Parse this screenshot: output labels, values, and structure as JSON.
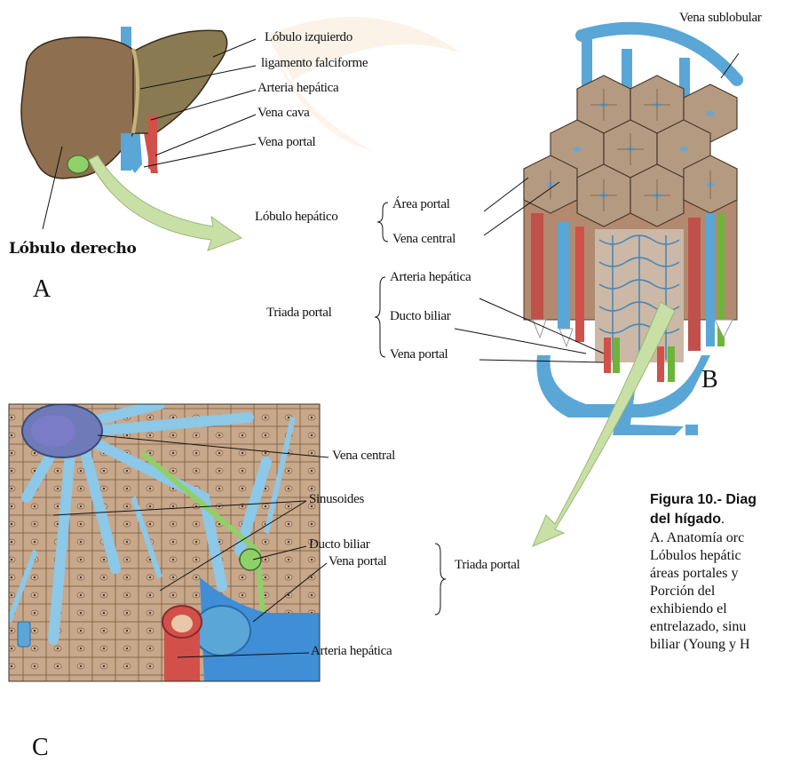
{
  "panelA": {
    "letter": "A",
    "labels": {
      "left_lobe": "Lóbulo izquierdo",
      "falciform": "ligamento falciforme",
      "hepatic_artery": "Arteria hepática",
      "vena_cava": "Vena cava",
      "portal_vein": "Vena portal",
      "right_lobe": "Lóbulo derecho"
    }
  },
  "panelB": {
    "letter": "B",
    "labels": {
      "sublobular_vein": "Vena sublobular",
      "hepatic_lobule": "Lóbulo hepático",
      "portal_area": "Área portal",
      "central_vein": "Vena central",
      "portal_triad": "Triada portal",
      "hepatic_artery": "Arteria hepática",
      "bile_duct": "Ducto biliar",
      "portal_vein": "Vena portal"
    }
  },
  "panelC": {
    "letter": "C",
    "labels": {
      "central_vein": "Vena central",
      "sinusoids": "Sinusoides",
      "bile_duct": "Ducto biliar",
      "portal_vein": "Vena portal",
      "hepatic_artery": "Arteria hepática",
      "portal_triad": "Triada portal"
    }
  },
  "caption": {
    "title_line1": "Figura 10.- Diag",
    "title_line2": "del hígado",
    "title_line2_punct": ".",
    "lines": [
      " A. Anatomía orc",
      "Lóbulos   hepátic",
      "áreas portales y",
      "Porción      del",
      "exhibiendo   el",
      "entrelazado, sinu",
      "biliar (Young y H"
    ]
  },
  "colors": {
    "liver": "#8e6f4f",
    "portal_vein": "#5aa6d6",
    "artery": "#d2504a",
    "bile": "#6fb43a",
    "hepatocyte": "#c8a88a",
    "sinusoid": "#8cc8e8",
    "arrow": "#c8e0a6"
  }
}
